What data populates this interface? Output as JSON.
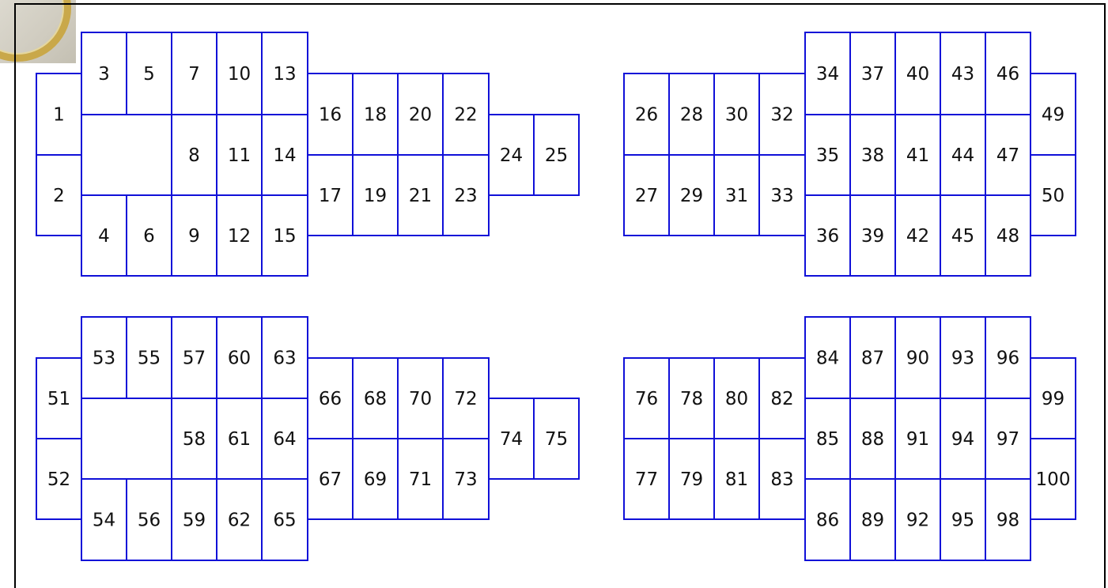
{
  "diagram": {
    "line_color": "#1010d8",
    "text_color": "#111111",
    "background": "#ffffff",
    "blocks": [
      {
        "id": "block-top-left",
        "seats": [
          "1",
          "2",
          "3",
          "4",
          "5",
          "6",
          "7",
          "8",
          "9",
          "10",
          "11",
          "12",
          "13",
          "14",
          "15",
          "16",
          "17",
          "18",
          "19",
          "20",
          "21",
          "22",
          "23",
          "24",
          "25"
        ]
      },
      {
        "id": "block-top-right",
        "seats": [
          "26",
          "27",
          "28",
          "29",
          "30",
          "31",
          "32",
          "33",
          "34",
          "35",
          "36",
          "37",
          "38",
          "39",
          "40",
          "41",
          "42",
          "43",
          "44",
          "45",
          "46",
          "47",
          "48",
          "49",
          "50"
        ]
      },
      {
        "id": "block-bottom-left",
        "seats": [
          "51",
          "52",
          "53",
          "54",
          "55",
          "56",
          "57",
          "58",
          "59",
          "60",
          "61",
          "62",
          "63",
          "64",
          "65",
          "66",
          "67",
          "68",
          "69",
          "70",
          "71",
          "72",
          "73",
          "74",
          "75"
        ]
      },
      {
        "id": "block-bottom-right",
        "seats": [
          "76",
          "77",
          "78",
          "79",
          "80",
          "81",
          "82",
          "83",
          "84",
          "85",
          "86",
          "87",
          "88",
          "89",
          "90",
          "91",
          "92",
          "93",
          "94",
          "95",
          "96",
          "97",
          "98",
          "99",
          "100"
        ]
      }
    ]
  }
}
